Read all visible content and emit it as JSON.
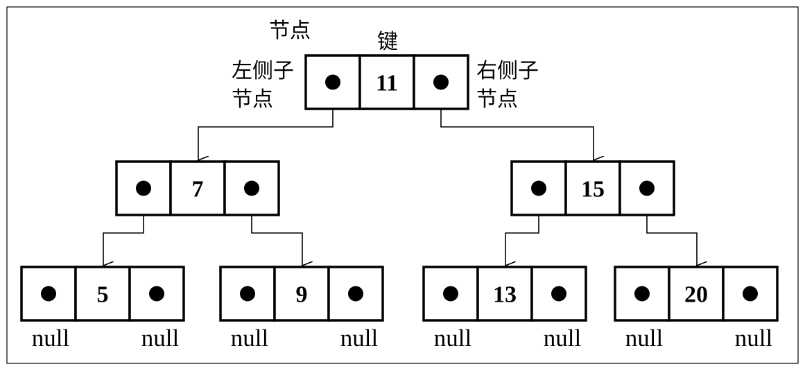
{
  "labels": {
    "node": "节点",
    "key": "键",
    "left_child_line1": "左侧子",
    "left_child_line2": "节点",
    "right_child_line1": "右侧子",
    "right_child_line2": "节点"
  },
  "nodes": [
    {
      "id": "n11",
      "key": "11"
    },
    {
      "id": "n7",
      "key": "7"
    },
    {
      "id": "n15",
      "key": "15"
    },
    {
      "id": "n5",
      "key": "5"
    },
    {
      "id": "n9",
      "key": "9"
    },
    {
      "id": "n13",
      "key": "13"
    },
    {
      "id": "n20",
      "key": "20"
    }
  ],
  "edges": [
    {
      "from": "11",
      "to": "7",
      "side": "left"
    },
    {
      "from": "11",
      "to": "15",
      "side": "right"
    },
    {
      "from": "7",
      "to": "5",
      "side": "left"
    },
    {
      "from": "7",
      "to": "9",
      "side": "right"
    },
    {
      "from": "15",
      "to": "13",
      "side": "left"
    },
    {
      "from": "15",
      "to": "20",
      "side": "right"
    }
  ],
  "leaf_pointer_label": "null",
  "colors": {
    "stroke": "#000000",
    "background": "#ffffff"
  }
}
